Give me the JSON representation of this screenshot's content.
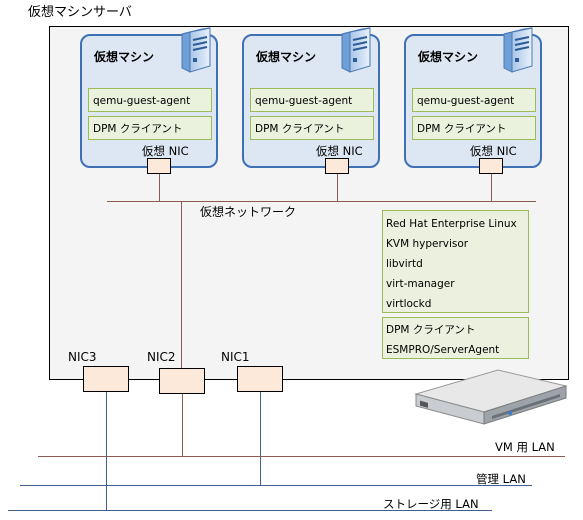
{
  "host_title": "仮想マシンサーバ",
  "vms": [
    {
      "title": "仮想マシン",
      "apps": [
        "qemu-guest-agent",
        "DPM クライアント"
      ],
      "nic_label": "仮想 NIC"
    },
    {
      "title": "仮想マシン",
      "apps": [
        "qemu-guest-agent",
        "DPM クライアント"
      ],
      "nic_label": "仮想 NIC"
    },
    {
      "title": "仮想マシン",
      "apps": [
        "qemu-guest-agent",
        "DPM クライアント"
      ],
      "nic_label": "仮想 NIC"
    }
  ],
  "virtual_network_label": "仮想ネットワーク",
  "host_software": [
    "Red Hat Enterprise Linux",
    "KVM hypervisor",
    "libvirtd",
    "virt-manager",
    "virtlockd"
  ],
  "host_agents": [
    "DPM クライアント",
    "ESMPRO/ServerAgent"
  ],
  "physical_nics": [
    "NIC3",
    "NIC2",
    "NIC1"
  ],
  "lans": [
    "VM 用 LAN",
    "管理 LAN",
    "ストレージ用 LAN"
  ],
  "colors": {
    "vm_border": "#3f6fb5",
    "vm_fill": "#dde7f3",
    "green_fill": "#ebf1de",
    "green_border": "#9bbb59",
    "nic_fill": "#fde9d9",
    "brown_line": "#8c5a53",
    "blue_line": "#3f5f8f"
  }
}
